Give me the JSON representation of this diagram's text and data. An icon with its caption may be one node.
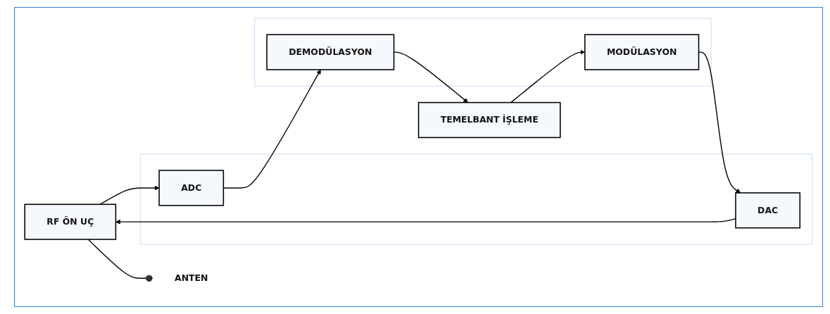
{
  "diagram": {
    "nodes": [
      {
        "text": [
          "ANTEN"
        ]
      },
      {
        "text": [
          "RF ÖN UÇ"
        ]
      },
      {
        "text": [],
        "shape": "box"
      },
      {
        "text": [
          "ADC"
        ],
        "in": 2
      },
      {
        "text": [
          "DAC"
        ],
        "in": 2
      },
      {
        "text": [],
        "shape": "box"
      },
      {
        "text": [
          "DEMODÜLASYON"
        ],
        "in": 5
      },
      {
        "text": [
          "MODÜLASYON"
        ],
        "in": 5
      },
      {
        "text": [
          "TEMELBANT İŞLEME"
        ]
      }
    ],
    "edges": [
      {
        "from": 1,
        "to": 0,
        "arrow": "other"
      },
      {
        "from": 1,
        "to": 3,
        "arrow": "to"
      },
      {
        "from": 3,
        "to": 6,
        "arrow": "to"
      },
      {
        "from": 6,
        "to": 8,
        "arrow": "to"
      },
      {
        "from": 8,
        "to": 7,
        "arrow": "to"
      },
      {
        "from": 7,
        "to": 4,
        "arrow": "to"
      },
      {
        "from": 4,
        "to": 1,
        "arrow": "to"
      }
    ]
  }
}
